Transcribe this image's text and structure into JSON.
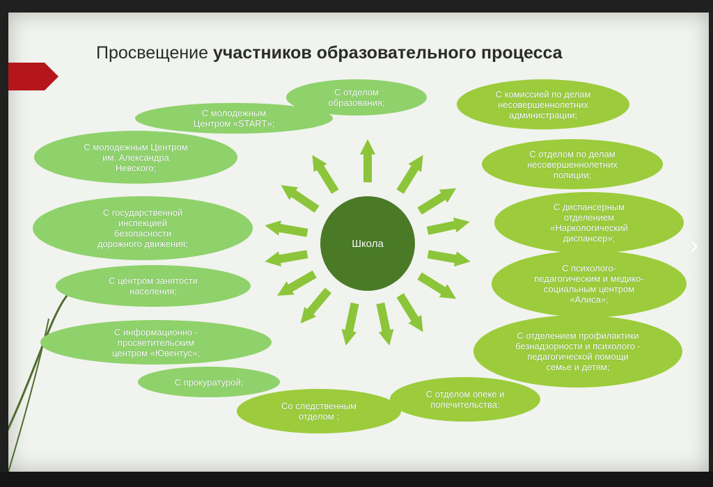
{
  "slide": {
    "title_light": "Просвещение ",
    "title_bold": "участников образовательного процесса",
    "center_label": "Школа",
    "partners": [
      {
        "id": "education",
        "label": "С отделом\nобразования;"
      },
      {
        "id": "commission",
        "label": "С комиссией по делам\nнесовершеннолетних\nадминистрации;"
      },
      {
        "id": "police",
        "label": "С отделом по делам\nнесовершеннолетних\nполиции;"
      },
      {
        "id": "narco",
        "label": "С диспансерным\nотделением\n«Наркологический\nдиспансер»;"
      },
      {
        "id": "alisa",
        "label": "С психолого-\nпедагогическим и медико-\nсоциальным центром\n«Алиса»;"
      },
      {
        "id": "prevention",
        "label": "С отделением профилактики\nбезнадзорности и психолого -\nпедагогической помощи\nсемье и детям;"
      },
      {
        "id": "guardianship",
        "label": "С отделом опеке и\nпопечительства;"
      },
      {
        "id": "investigation",
        "label": "Со следственным\nотделом ;"
      },
      {
        "id": "prosecutor",
        "label": "С прокуратурой;"
      },
      {
        "id": "juventus",
        "label": "С информационно -\nпросветительским\nцентром «Ювентус»;"
      },
      {
        "id": "employment",
        "label": "С центром занятости\nнаселения;"
      },
      {
        "id": "traffic",
        "label": "С государственной\nинспекцией\nбезопасности\nдорожного движения;"
      },
      {
        "id": "nevsky",
        "label": "С молодежным Центром\nим. Александра\nНевского;"
      },
      {
        "id": "start",
        "label": "С молодежным\nЦентром «START»;"
      }
    ]
  },
  "colors": {
    "bubble_light": "#8fd16a",
    "bubble_lime": "#9ccc3c",
    "arrow": "#8cc43a",
    "center": "#4a7a26",
    "accent_tab": "#b4161c",
    "stem": "#4f6b2f"
  },
  "icons": {
    "next": "chevron-right-icon"
  }
}
